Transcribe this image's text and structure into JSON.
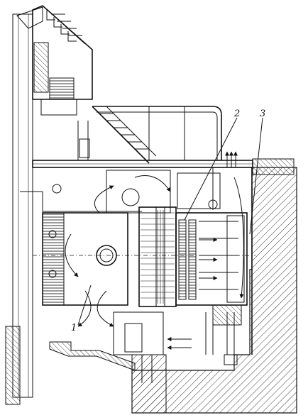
{
  "figure": {
    "callouts": [
      {
        "id": "c1",
        "text": "1"
      },
      {
        "id": "c2",
        "text": "2"
      },
      {
        "id": "c3",
        "text": "3"
      }
    ]
  }
}
